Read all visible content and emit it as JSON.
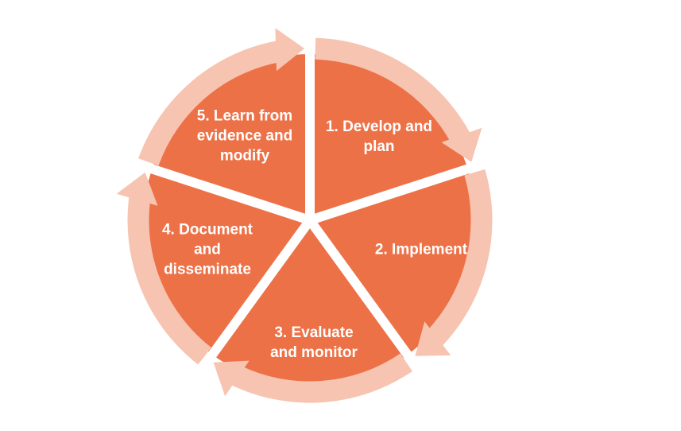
{
  "diagram": {
    "type": "cycle",
    "direction": "clockwise",
    "colors": {
      "wedge": "#ED7147",
      "ring": "#F6C4B1",
      "divider": "#FFFFFF",
      "label_text": "#FFFFFF",
      "background": "#FFFFFF"
    },
    "steps": [
      {
        "number": "1",
        "label": "1. Develop and\nplan"
      },
      {
        "number": "2",
        "label": "2. Implement"
      },
      {
        "number": "3",
        "label": "3. Evaluate\nand monitor"
      },
      {
        "number": "4",
        "label": "4. Document\nand\ndisseminate"
      },
      {
        "number": "5",
        "label": "5. Learn from\nevidence and\nmodify"
      }
    ]
  }
}
